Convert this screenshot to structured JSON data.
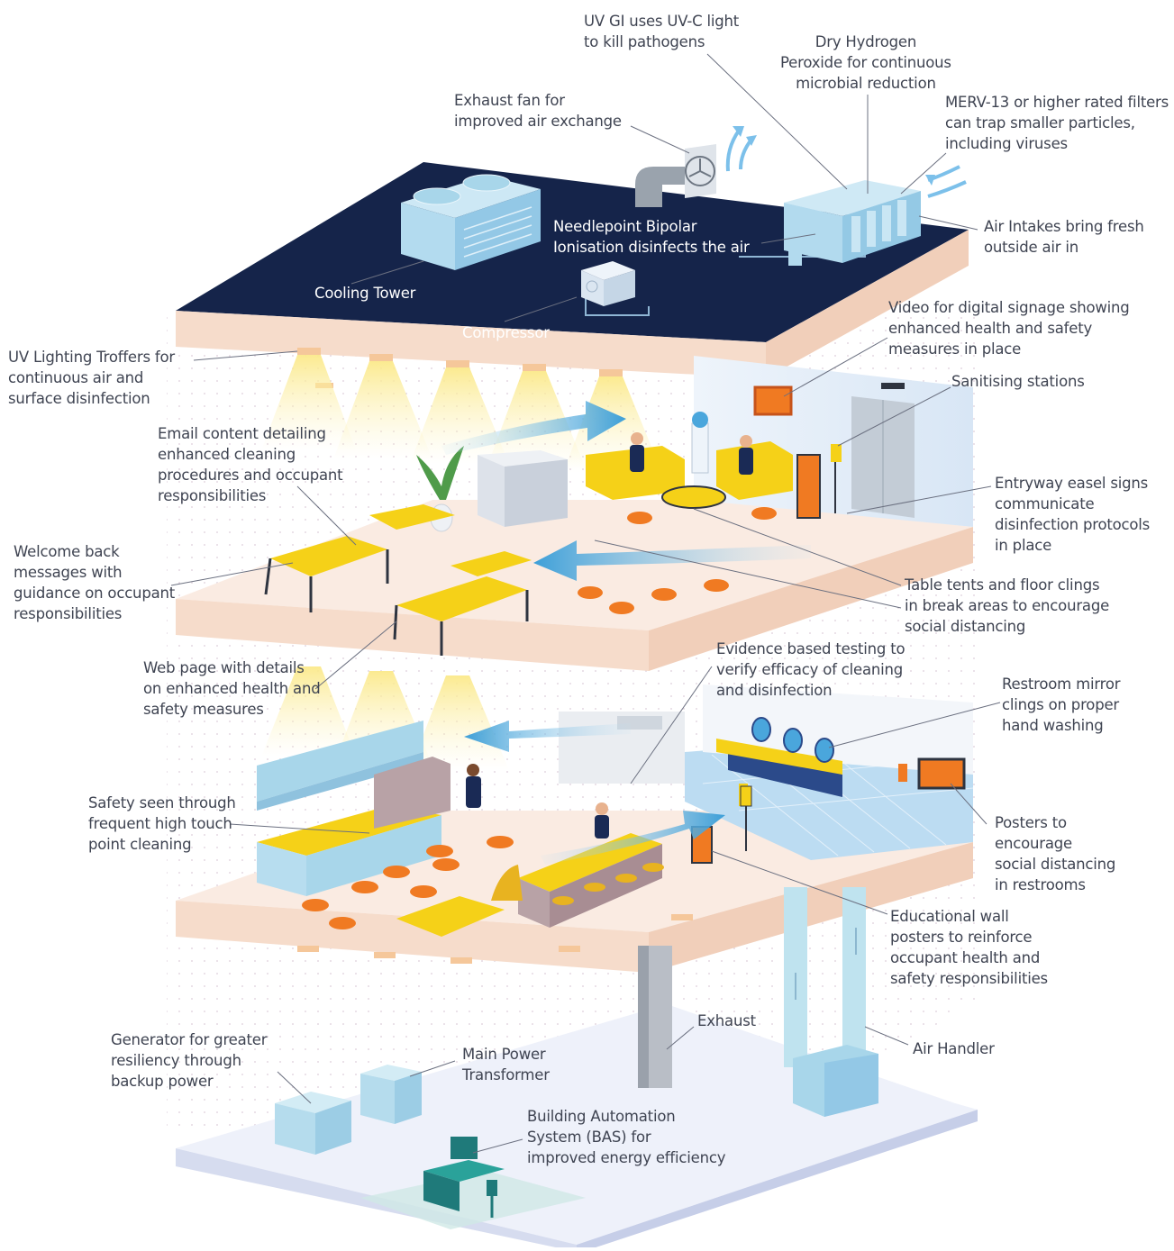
{
  "colors": {
    "roof": "#15244a",
    "slab": "#f6dccb",
    "slab_edge": "#efc9b2",
    "accent_yellow": "#f5d118",
    "accent_orange": "#f07a22",
    "equipment_blue": "#a8d6ea",
    "arrow_blue": "#4aa6dc",
    "label_text": "#3f4452",
    "teal": "#1f7a7a"
  },
  "labels": {
    "uvgi": "UV GI uses UV-C light\nto kill pathogens",
    "dry_hydrogen": "Dry Hydrogen\nPeroxide  for continuous\nmicrobial reduction",
    "merv": "MERV-13 or higher rated filters\ncan trap smaller particles,\nincluding viruses",
    "exhaust_fan": "Exhaust fan for\nimproved air exchange",
    "needlepoint": "Needlepoint Bipolar\nIonisation disinfects the air",
    "air_intakes": "Air Intakes bring fresh\noutside air in",
    "cooling_tower": "Cooling Tower",
    "compressor": "Compressor",
    "uv_troffers": "UV Lighting Troffers for\ncontinuous air and\nsurface disinfection",
    "video_signage": "Video for digital signage showing\nenhanced health and safety\nmeasures in place",
    "sanitising": "Sanitising stations",
    "email_content": "Email content detailing\nenhanced cleaning\nprocedures and occupant\nresponsibilities",
    "entryway_easel": "Entryway easel signs\ncommunicate\ndisinfection protocols\nin place",
    "welcome_back": "Welcome back\nmessages with\nguidance on occupant\nresponsibilities",
    "table_tents": "Table tents and floor clings\nin break areas to encourage\nsocial distancing",
    "evidence_testing": "Evidence based testing to\nverify efficacy of cleaning\nand disinfection",
    "web_page": "Web page with details\non enhanced health and\nsafety measures",
    "restroom_mirror": "Restroom mirror\nclings on proper\nhand washing",
    "safety_touch": "Safety seen through\nfrequent high touch\npoint cleaning",
    "posters_restrooms": "Posters to\nencourage\nsocial distancing\nin restrooms",
    "educational_posters": "Educational wall\nposters to reinforce\noccupant health and\nsafety responsibilities",
    "exhaust": "Exhaust",
    "generator": "Generator for greater\nresiliency through\nbackup power",
    "main_power": "Main Power\nTransformer",
    "air_handler": "Air Handler",
    "bas": "Building Automation\nSystem (BAS) for\nimproved energy efficiency"
  }
}
